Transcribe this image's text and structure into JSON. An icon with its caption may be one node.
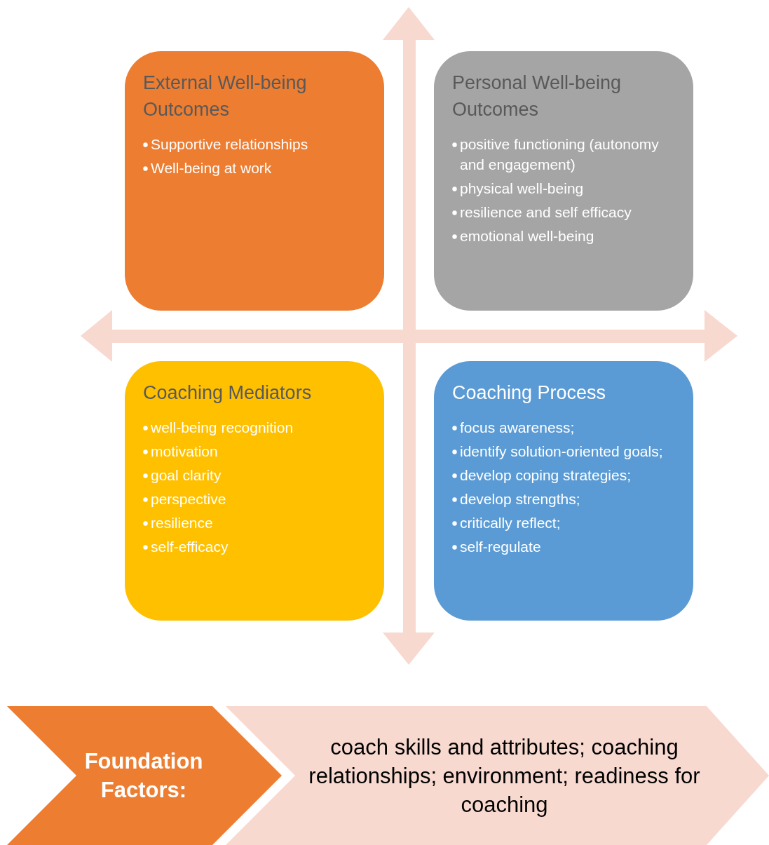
{
  "diagram": {
    "nodes": [
      {
        "text": [
          "External Well-being Outcomes",
          "Supportive relationships",
          "Well-being at work"
        ]
      },
      {
        "text": [
          "Personal Well-being Outcomes",
          "positive functioning (autonomy and engagement)",
          "physical well-being",
          "resilience and self efficacy",
          "emotional well-being"
        ]
      },
      {
        "text": [
          "Coaching Mediators",
          "well-being recognition",
          "motivation",
          "goal clarity",
          "perspective",
          "resilience",
          "self-efficacy"
        ]
      },
      {
        "text": [
          "Coaching Process",
          "focus awareness;",
          "identify solution-oriented goals;",
          "develop coping strategies;",
          "develop strengths;",
          "critically reflect;",
          "self-regulate"
        ]
      },
      {
        "text": [
          "Foundation Factors:"
        ]
      },
      {
        "text": [
          "coach skills and attributes; coaching relationships; environment; readiness for coaching"
        ]
      }
    ]
  }
}
